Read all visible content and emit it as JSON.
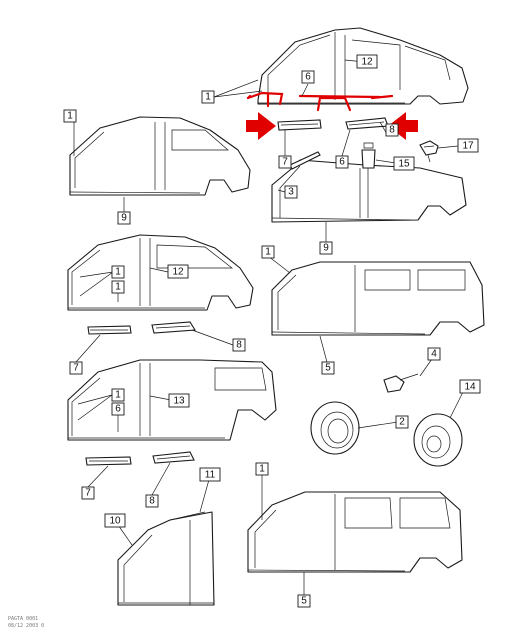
{
  "callouts": {
    "c1a": "1",
    "c6a": "6",
    "c12a": "12",
    "c8a": "8",
    "c7a": "7",
    "c17": "17",
    "c15": "15",
    "c3": "3",
    "c9a": "9",
    "c1b": "1",
    "c9b": "9",
    "c1c": "1",
    "c1d": "1",
    "c6b": "6",
    "c12b": "12",
    "c8b": "8",
    "c7b": "7",
    "c1e": "1",
    "c5a": "5",
    "c1f": "1",
    "c6c": "6",
    "c13": "13",
    "c4": "4",
    "c14": "14",
    "c2": "2",
    "c7c": "7",
    "c8c": "8",
    "c11": "11",
    "c10": "10",
    "c1g": "1",
    "c5b": "5"
  },
  "footer": {
    "line1": "PAGTA 0001",
    "line2": "08/12 2003 0"
  },
  "colors": {
    "highlight": "#e00000",
    "ink": "#1a1a1a"
  }
}
